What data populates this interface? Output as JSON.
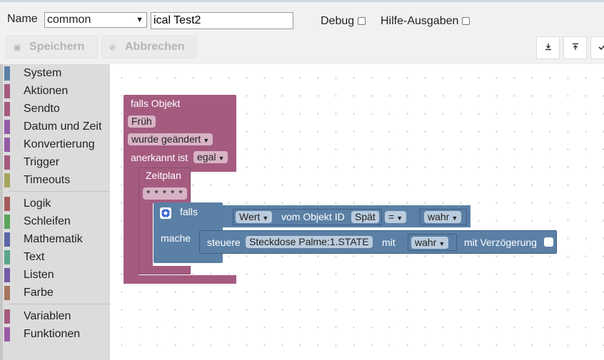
{
  "topbar": {
    "name_label": "Name",
    "name_select_value": "common",
    "script_name_value": "ical Test2",
    "debug_label": "Debug",
    "hilfe_label": "Hilfe-Ausgaben",
    "save_label": "Speichern",
    "cancel_label": "Abbrechen",
    "icons": [
      "save-icon",
      "cancel-icon",
      "download-icon",
      "upload-icon",
      "check-icon"
    ]
  },
  "sidebar": {
    "items": [
      {
        "label": "System",
        "color": "#5b80a5"
      },
      {
        "label": "Aktionen",
        "color": "#a55b80"
      },
      {
        "label": "Sendto",
        "color": "#a55b80"
      },
      {
        "label": "Datum und Zeit",
        "color": "#935ba5"
      },
      {
        "label": "Konvertierung",
        "color": "#935ba5"
      },
      {
        "label": "Trigger",
        "color": "#a55b80"
      },
      {
        "label": "Timeouts",
        "color": "#a5a55b"
      },
      {
        "label": "Logik",
        "color": "#a55b5b"
      },
      {
        "label": "Schleifen",
        "color": "#5ba55b"
      },
      {
        "label": "Mathematik",
        "color": "#5b67a5"
      },
      {
        "label": "Text",
        "color": "#5ba58c"
      },
      {
        "label": "Listen",
        "color": "#745ba5"
      },
      {
        "label": "Farbe",
        "color": "#a5745b"
      },
      {
        "label": "Variablen",
        "color": "#a55b80"
      },
      {
        "label": "Funktionen",
        "color": "#995ba5"
      }
    ]
  },
  "blocks": {
    "trigger": {
      "title": "falls Objekt",
      "object": "Früh",
      "event": "wurde geändert",
      "ack_label": "anerkannt ist",
      "ack_value": "egal"
    },
    "schedule": {
      "title": "Zeitplan",
      "pattern": "* * * * *"
    },
    "if_block": {
      "falls_label": "falls",
      "mache_label": "mache",
      "gear_icon": "gear-icon"
    },
    "condition": {
      "wert_label": "Wert",
      "vom_objekt_label": "vom Objekt ID",
      "object": "Spät",
      "operator": "=",
      "value": "wahr"
    },
    "control": {
      "steuere_label": "steuere",
      "target": "Steckdose Palme:1.STATE",
      "mit_label": "mit",
      "value": "wahr",
      "delay_label": "mit Verzögerung"
    }
  },
  "colors": {
    "event_block": "#a55b80",
    "logic_block": "#5b80a5"
  }
}
